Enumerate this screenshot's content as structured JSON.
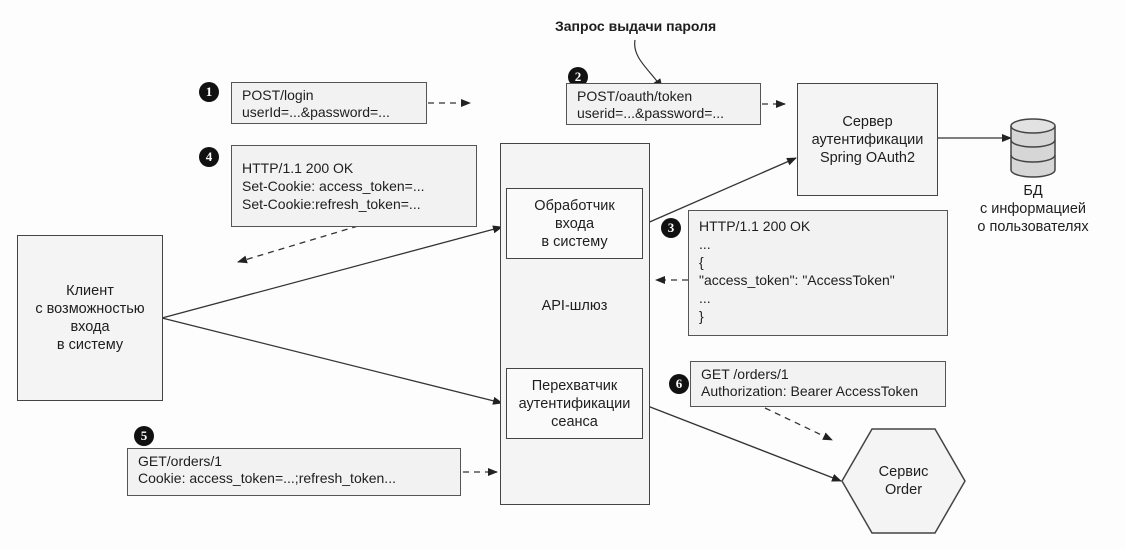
{
  "annotation": {
    "text": "Запрос выдачи пароля"
  },
  "client": {
    "lines": [
      "Клиент",
      "с возможностью",
      "входа",
      "в систему"
    ]
  },
  "gateway": {
    "label": "API-шлюз",
    "login_handler": {
      "lines": [
        "Обработчик",
        "входа",
        "в систему"
      ]
    },
    "session_interceptor": {
      "lines": [
        "Перехватчик",
        "аутентификации",
        "сеанса"
      ]
    }
  },
  "auth_server": {
    "lines": [
      "Сервер",
      "аутентификации",
      "Spring OAuth2"
    ]
  },
  "database": {
    "icon": "database-icon",
    "lines": [
      "БД",
      "с информацией",
      "о пользователях"
    ]
  },
  "order_service": {
    "lines": [
      "Сервис",
      "Order"
    ]
  },
  "steps": [
    {
      "number": "1",
      "lines": [
        "POST/login",
        "userId=...&password=..."
      ]
    },
    {
      "number": "2",
      "lines": [
        "POST/oauth/token",
        "userid=...&password=..."
      ]
    },
    {
      "number": "3",
      "lines": [
        "HTTP/1.1 200 OK",
        "...",
        "{",
        "\"access_token\": \"AccessToken\"",
        "...",
        "}"
      ]
    },
    {
      "number": "4",
      "lines": [
        "HTTP/1.1 200 OK",
        "Set-Cookie: access_token=...",
        "Set-Cookie:refresh_token=..."
      ]
    },
    {
      "number": "5",
      "lines": [
        "GET/orders/1",
        "Cookie: access_token=...;refresh_token..."
      ]
    },
    {
      "number": "6",
      "lines": [
        "GET /orders/1",
        "Authorization: Bearer AccessToken"
      ]
    }
  ]
}
